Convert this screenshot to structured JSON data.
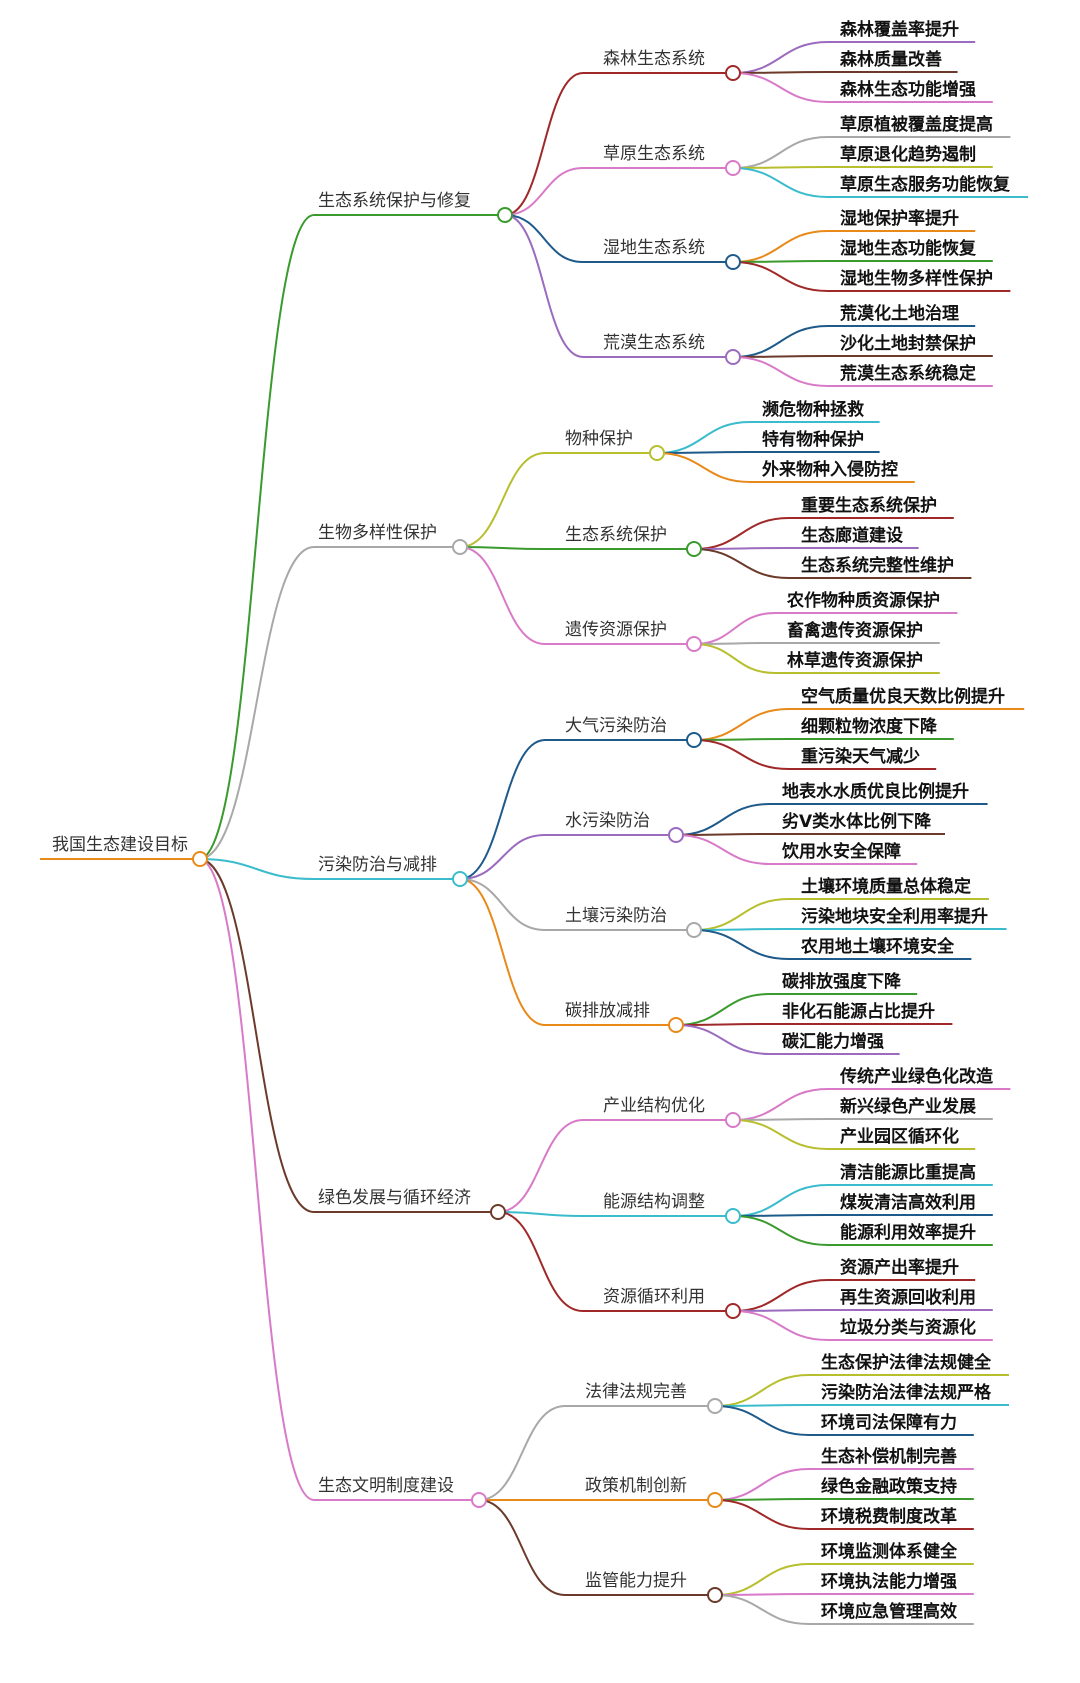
{
  "root": "我国生态建设目标",
  "branches": [
    {
      "label": "生态系统保护与修复",
      "color": "#3a9a2e",
      "children": [
        {
          "label": "森林生态系统",
          "color": "#a02828",
          "leaves": [
            {
              "label": "森林覆盖率提升",
              "color": "#9b6bbf"
            },
            {
              "label": "森林质量改善",
              "color": "#6b3a2a"
            },
            {
              "label": "森林生态功能增强",
              "color": "#d97ac8"
            }
          ]
        },
        {
          "label": "草原生态系统",
          "color": "#d97ac8",
          "leaves": [
            {
              "label": "草原植被覆盖度提高",
              "color": "#a8a8a8"
            },
            {
              "label": "草原退化趋势遏制",
              "color": "#b8bf2e"
            },
            {
              "label": "草原生态服务功能恢复",
              "color": "#3bbccc"
            }
          ]
        },
        {
          "label": "湿地生态系统",
          "color": "#1e5a8a",
          "leaves": [
            {
              "label": "湿地保护率提升",
              "color": "#e88a1a"
            },
            {
              "label": "湿地生态功能恢复",
              "color": "#3a9a2e"
            },
            {
              "label": "湿地生物多样性保护",
              "color": "#a02828"
            }
          ]
        },
        {
          "label": "荒漠生态系统",
          "color": "#9b6bbf",
          "leaves": [
            {
              "label": "荒漠化土地治理",
              "color": "#1e5a8a"
            },
            {
              "label": "沙化土地封禁保护",
              "color": "#6b3a2a"
            },
            {
              "label": "荒漠生态系统稳定",
              "color": "#d97ac8"
            }
          ]
        }
      ]
    },
    {
      "label": "生物多样性保护",
      "color": "#a8a8a8",
      "children": [
        {
          "label": "物种保护",
          "color": "#b8bf2e",
          "leaves": [
            {
              "label": "濒危物种拯救",
              "color": "#3bbccc"
            },
            {
              "label": "特有物种保护",
              "color": "#1e5a8a"
            },
            {
              "label": "外来物种入侵防控",
              "color": "#e88a1a"
            }
          ]
        },
        {
          "label": "生态系统保护",
          "color": "#3a9a2e",
          "leaves": [
            {
              "label": "重要生态系统保护",
              "color": "#a02828"
            },
            {
              "label": "生态廊道建设",
              "color": "#9b6bbf"
            },
            {
              "label": "生态系统完整性维护",
              "color": "#6b3a2a"
            }
          ]
        },
        {
          "label": "遗传资源保护",
          "color": "#d97ac8",
          "leaves": [
            {
              "label": "农作物种质资源保护",
              "color": "#d97ac8"
            },
            {
              "label": "畜禽遗传资源保护",
              "color": "#a8a8a8"
            },
            {
              "label": "林草遗传资源保护",
              "color": "#b8bf2e"
            }
          ]
        }
      ]
    },
    {
      "label": "污染防治与减排",
      "color": "#3bbccc",
      "children": [
        {
          "label": "大气污染防治",
          "color": "#1e5a8a",
          "leaves": [
            {
              "label": "空气质量优良天数比例提升",
              "color": "#e88a1a"
            },
            {
              "label": "细颗粒物浓度下降",
              "color": "#3a9a2e"
            },
            {
              "label": "重污染天气减少",
              "color": "#a02828"
            }
          ]
        },
        {
          "label": "水污染防治",
          "color": "#9b6bbf",
          "leaves": [
            {
              "label": "地表水水质优良比例提升",
              "color": "#1e5a8a"
            },
            {
              "label": "劣V类水体比例下降",
              "color": "#6b3a2a"
            },
            {
              "label": "饮用水安全保障",
              "color": "#d97ac8"
            }
          ]
        },
        {
          "label": "土壤污染防治",
          "color": "#a8a8a8",
          "leaves": [
            {
              "label": "土壤环境质量总体稳定",
              "color": "#b8bf2e"
            },
            {
              "label": "污染地块安全利用率提升",
              "color": "#3bbccc"
            },
            {
              "label": "农用地土壤环境安全",
              "color": "#1e5a8a"
            }
          ]
        },
        {
          "label": "碳排放减排",
          "color": "#e88a1a",
          "leaves": [
            {
              "label": "碳排放强度下降",
              "color": "#3a9a2e"
            },
            {
              "label": "非化石能源占比提升",
              "color": "#a02828"
            },
            {
              "label": "碳汇能力增强",
              "color": "#9b6bbf"
            }
          ]
        }
      ]
    },
    {
      "label": "绿色发展与循环经济",
      "color": "#6b3a2a",
      "children": [
        {
          "label": "产业结构优化",
          "color": "#d97ac8",
          "leaves": [
            {
              "label": "传统产业绿色化改造",
              "color": "#d97ac8"
            },
            {
              "label": "新兴绿色产业发展",
              "color": "#a8a8a8"
            },
            {
              "label": "产业园区循环化",
              "color": "#b8bf2e"
            }
          ]
        },
        {
          "label": "能源结构调整",
          "color": "#3bbccc",
          "leaves": [
            {
              "label": "清洁能源比重提高",
              "color": "#3bbccc"
            },
            {
              "label": "煤炭清洁高效利用",
              "color": "#1e5a8a"
            },
            {
              "label": "能源利用效率提升",
              "color": "#3a9a2e"
            }
          ]
        },
        {
          "label": "资源循环利用",
          "color": "#a02828",
          "leaves": [
            {
              "label": "资源产出率提升",
              "color": "#a02828"
            },
            {
              "label": "再生资源回收利用",
              "color": "#9b6bbf"
            },
            {
              "label": "垃圾分类与资源化",
              "color": "#d97ac8"
            }
          ]
        }
      ]
    },
    {
      "label": "生态文明制度建设",
      "color": "#d97ac8",
      "children": [
        {
          "label": "法律法规完善",
          "color": "#a8a8a8",
          "leaves": [
            {
              "label": "生态保护法律法规健全",
              "color": "#b8bf2e"
            },
            {
              "label": "污染防治法律法规严格",
              "color": "#3bbccc"
            },
            {
              "label": "环境司法保障有力",
              "color": "#1e5a8a"
            }
          ]
        },
        {
          "label": "政策机制创新",
          "color": "#e88a1a",
          "leaves": [
            {
              "label": "生态补偿机制完善",
              "color": "#d97ac8"
            },
            {
              "label": "绿色金融政策支持",
              "color": "#3a9a2e"
            },
            {
              "label": "环境税费制度改革",
              "color": "#a02828"
            }
          ]
        },
        {
          "label": "监管能力提升",
          "color": "#6b3a2a",
          "leaves": [
            {
              "label": "环境监测体系健全",
              "color": "#b8bf2e"
            },
            {
              "label": "环境执法能力增强",
              "color": "#d97ac8"
            },
            {
              "label": "环境应急管理高效",
              "color": "#a8a8a8"
            }
          ]
        }
      ]
    }
  ],
  "root_color": "#e88a1a"
}
